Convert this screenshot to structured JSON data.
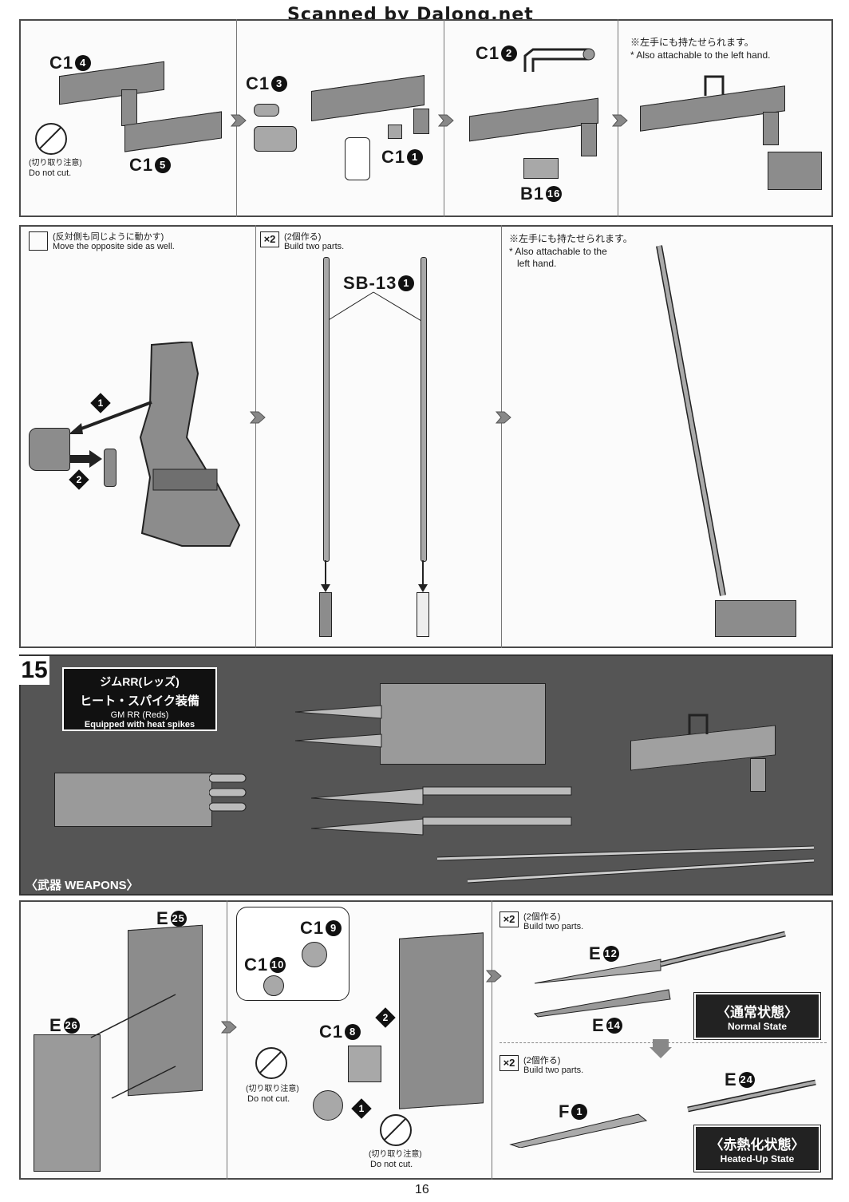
{
  "header": {
    "watermark": "Scanned by Dalong.net"
  },
  "row1": {
    "panel1": {
      "label_c14": "C1",
      "label_c14_num": "4",
      "label_c15": "C1",
      "label_c15_num": "5",
      "nocut_jp": "(切り取り注意)",
      "nocut_en": "Do not cut."
    },
    "panel2": {
      "label_c13": "C1",
      "label_c13_num": "3",
      "label_c11": "C1",
      "label_c11_num": "1"
    },
    "panel3": {
      "label_c12": "C1",
      "label_c12_num": "2",
      "label_b116": "B1",
      "label_b116_num": "16"
    },
    "panel4": {
      "note_jp": "※左手にも持たせられます。",
      "note_en": "* Also attachable to the left hand."
    }
  },
  "row2": {
    "panel1": {
      "jp": "(反対側も同じように動かす)",
      "en": "Move the opposite side as well.",
      "step1": "1",
      "step2": "2"
    },
    "panel2": {
      "x2": "×2",
      "jp": "(2個作る)",
      "en": "Build two parts.",
      "label": "SB-13",
      "label_num": "1"
    },
    "panel3": {
      "note_jp": "※左手にも持たせられます。",
      "note_en1": "* Also attachable to the",
      "note_en2": "left hand."
    }
  },
  "row3": {
    "step_number": "15",
    "title_jp1": "ジムRR(レッズ)",
    "title_jp2": "ヒート・スパイク装備",
    "title_en1": "GM RR (Reds)",
    "title_en2": "Equipped with heat spikes",
    "weapons": "〈武器 WEAPONS〉"
  },
  "row4": {
    "panel1": {
      "label_e25": "E",
      "label_e25_num": "25",
      "label_e26": "E",
      "label_e26_num": "26"
    },
    "panel2": {
      "label_c19": "C1",
      "label_c19_num": "9",
      "label_c110": "C1",
      "label_c110_num": "10",
      "label_c18": "C1",
      "label_c18_num": "8",
      "nocut_jp": "(切り取り注意)",
      "nocut_en": "Do not cut.",
      "nocut2_jp": "(切り取り注意)",
      "nocut2_en": "Do not cut.",
      "step1": "1",
      "step2": "2"
    },
    "panel3": {
      "x2a": "×2",
      "jp_a": "(2個作る)",
      "en_a": "Build two parts.",
      "label_e12": "E",
      "label_e12_num": "12",
      "label_e14": "E",
      "label_e14_num": "14",
      "state1_jp": "〈通常状態〉",
      "state1_en": "Normal State",
      "x2b": "×2",
      "jp_b": "(2個作る)",
      "en_b": "Build two parts.",
      "label_e24": "E",
      "label_e24_num": "24",
      "label_f1": "F",
      "label_f1_num": "1",
      "state2_jp": "〈赤熱化状態〉",
      "state2_en": "Heated-Up State"
    }
  },
  "footer": {
    "page_number": "16"
  }
}
